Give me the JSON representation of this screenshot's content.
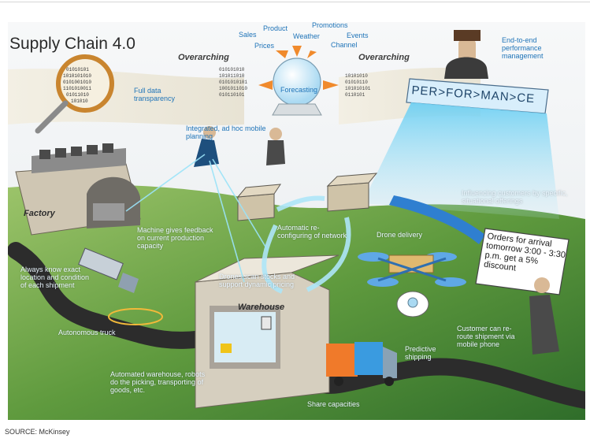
{
  "title": "Supply Chain 4.0",
  "overarching": [
    "Overarching",
    "Overarching"
  ],
  "forecast": {
    "center": "Forecasting",
    "inputs": [
      "Sales",
      "Product",
      "Promotions",
      "Prices",
      "Weather",
      "Events",
      "Channel"
    ]
  },
  "performance": {
    "banner": "PER>FOR>MAN>CE",
    "label": "End-to-end performance management"
  },
  "buildings": {
    "factory": "Factory",
    "warehouse": "Warehouse"
  },
  "labels": {
    "full_data": "Full data transparency",
    "planning": "Integrated, ad hoc mobile planning",
    "influencing": "Influencing customers by specific, situational offerings",
    "machine": "Machine gives feedback on current production capacity",
    "network": "Automatic re-configuring of network",
    "drone_delivery": "Drone delivery",
    "location": "Always know exact location and condition of each shipment",
    "drones_scan": "Drones scan stocks and support dynamic pricing",
    "truck": "Autonomous truck",
    "customer": "Customer can re-route shipment via mobile phone",
    "predictive": "Predictive shipping",
    "automated": "Automated warehouse, robots do the picking, transporting of goods, etc.",
    "share": "Share capacities"
  },
  "offer_sign": "Orders for arrival tomorrow 3:00 - 3:30 p.m. get a 5% discount",
  "source": "SOURCE: McKinsey",
  "colors": {
    "label_blue": "#1f74b8",
    "sky": "#eef2f4",
    "grass": "#5f9a3e",
    "road": "#2c2c2c",
    "light_beam": "#7fd3f2"
  }
}
